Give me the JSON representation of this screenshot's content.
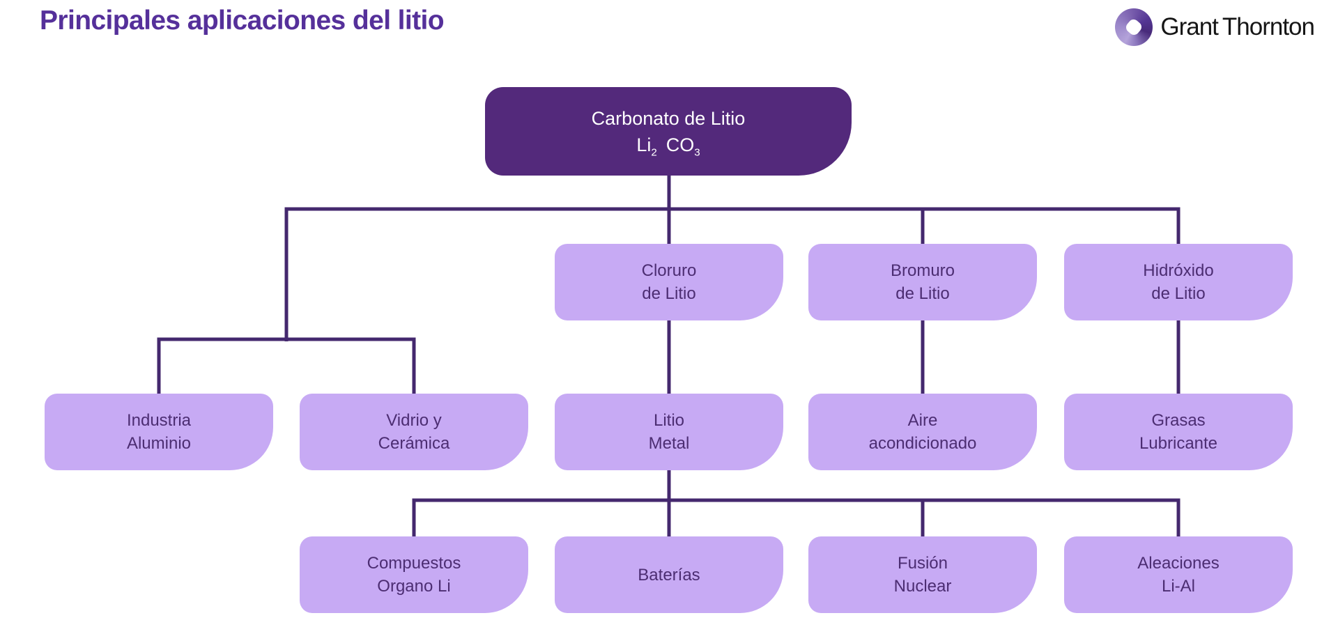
{
  "page": {
    "title": "Principales aplicaciones del litio"
  },
  "logo": {
    "word1": "Grant",
    "word2": "Thornton",
    "icon": "grant-thornton-swirl-icon"
  },
  "colors": {
    "title_text": "#55309A",
    "root_fill": "#53297B",
    "root_text": "#FFFFFF",
    "node_fill": "#C7AAF4",
    "node_text": "#4C2D72",
    "line": "#44286E",
    "brand_text": "#161616"
  },
  "nodes": {
    "root": {
      "title": "Carbonato de Litio",
      "f1": "Li",
      "s1": "2",
      "f2": "CO",
      "s2": "3"
    },
    "cloruro": {
      "l1": "Cloruro",
      "l2": "de Litio"
    },
    "bromuro": {
      "l1": "Bromuro",
      "l2": "de Litio"
    },
    "hidroxido": {
      "l1": "Hidróxido",
      "l2": "de Litio"
    },
    "industria": {
      "l1": "Industria",
      "l2": "Aluminio"
    },
    "vidrio": {
      "l1": "Vidrio y",
      "l2": "Cerámica"
    },
    "litio_metal": {
      "l1": "Litio",
      "l2": "Metal"
    },
    "aire": {
      "l1": "Aire",
      "l2": "acondicionado"
    },
    "grasas": {
      "l1": "Grasas",
      "l2": "Lubricante"
    },
    "compuestos": {
      "l1": "Compuestos",
      "l2": "Organo Li"
    },
    "baterias": {
      "l1": "Baterías"
    },
    "fusion": {
      "l1": "Fusión",
      "l2": "Nuclear"
    },
    "aleaciones": {
      "l1": "Aleaciones",
      "l2": "Li-Al"
    }
  },
  "diagram": {
    "type": "tree",
    "root": "Carbonato de Litio Li2CO3",
    "edges": [
      [
        "Carbonato de Litio",
        "Industria Aluminio"
      ],
      [
        "Carbonato de Litio",
        "Vidrio y Cerámica"
      ],
      [
        "Carbonato de Litio",
        "Cloruro de Litio"
      ],
      [
        "Carbonato de Litio",
        "Bromuro de Litio"
      ],
      [
        "Carbonato de Litio",
        "Hidróxido de Litio"
      ],
      [
        "Cloruro de Litio",
        "Litio Metal"
      ],
      [
        "Bromuro de Litio",
        "Aire acondicionado"
      ],
      [
        "Hidróxido de Litio",
        "Grasas Lubricante"
      ],
      [
        "Litio Metal",
        "Compuestos Organo Li"
      ],
      [
        "Litio Metal",
        "Baterías"
      ],
      [
        "Litio Metal",
        "Fusión Nuclear"
      ],
      [
        "Litio Metal",
        "Aleaciones Li-Al"
      ]
    ]
  }
}
